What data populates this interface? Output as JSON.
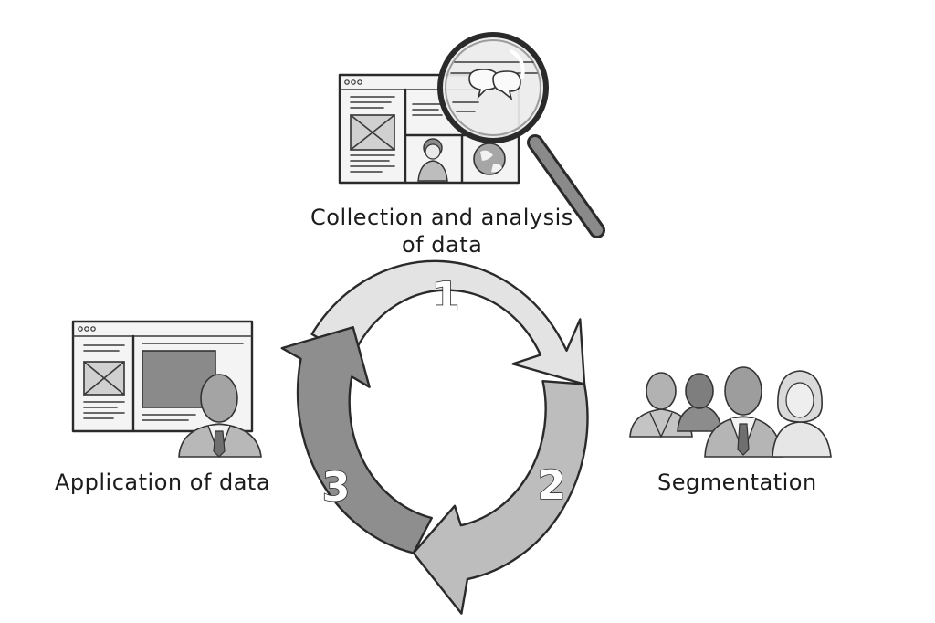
{
  "diagram": {
    "nodes": [
      {
        "id": "collection",
        "label_lines": [
          "Collection and analysis",
          "of data"
        ],
        "icon": "magnifier-over-webpage-icon"
      },
      {
        "id": "segmentation",
        "label_lines": [
          "Segmentation"
        ],
        "icon": "audience-group-icon"
      },
      {
        "id": "application",
        "label_lines": [
          "Application of data"
        ],
        "icon": "presenter-at-screen-icon"
      }
    ],
    "cycle": {
      "steps": [
        {
          "number": "1",
          "color": "#e3e3e3"
        },
        {
          "number": "2",
          "color": "#bdbdbd"
        },
        {
          "number": "3",
          "color": "#8e8e8e"
        }
      ]
    }
  }
}
